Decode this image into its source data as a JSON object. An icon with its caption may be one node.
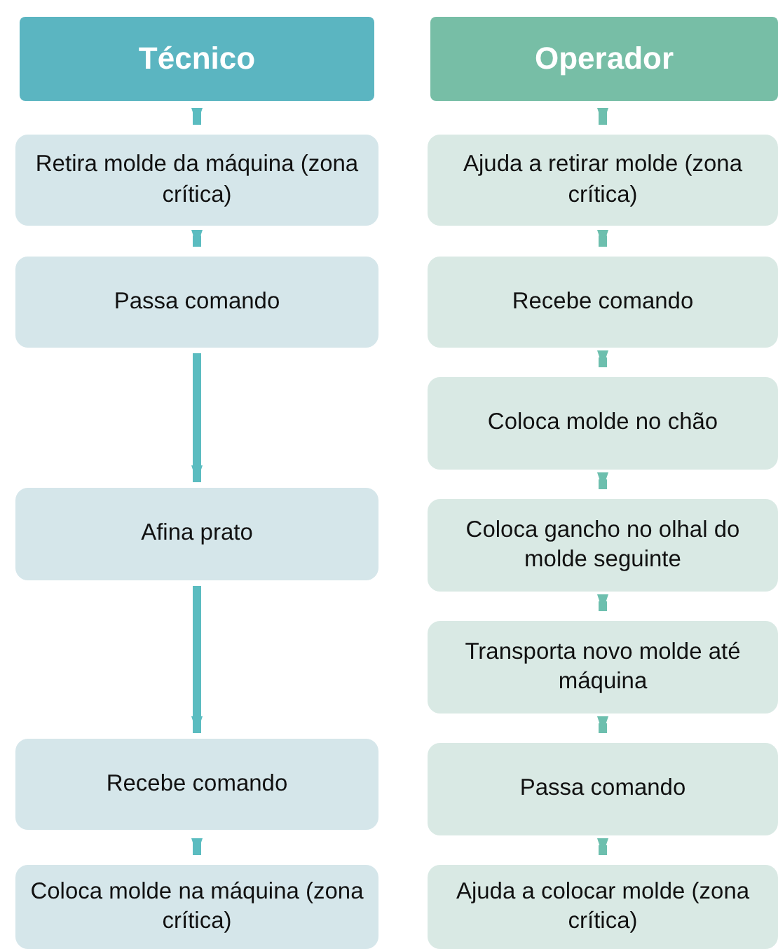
{
  "diagram": {
    "nodes": [
      {
        "text": [
          "Técnico"
        ]
      },
      {
        "text": [
          "Retira molde da máquina (zona crítica)"
        ]
      },
      {
        "text": [
          "Passa comando"
        ]
      },
      {
        "text": [
          "Afina prato"
        ]
      },
      {
        "text": [
          "Recebe comando"
        ]
      },
      {
        "text": [
          "Coloca molde na máquina (zona crítica)"
        ]
      },
      {
        "text": [
          "Operador"
        ]
      },
      {
        "text": [
          "Ajuda a retirar molde (zona crítica)"
        ]
      },
      {
        "text": [
          "Recebe comando"
        ]
      },
      {
        "text": [
          "Coloca molde no chão"
        ]
      },
      {
        "text": [
          "Coloca gancho no olhal do molde seguinte"
        ]
      },
      {
        "text": [
          "Transporta novo molde até máquina"
        ]
      },
      {
        "text": [
          "Passa comando"
        ]
      },
      {
        "text": [
          "Ajuda a colocar molde (zona crítica)"
        ]
      }
    ],
    "edges": [
      {
        "from": 0,
        "to": 1,
        "arrow": "to",
        "color": "#5bbcc0"
      },
      {
        "from": 1,
        "to": 2,
        "arrow": "to",
        "color": "#5bbcc0"
      },
      {
        "from": 2,
        "to": 3,
        "arrow": "to",
        "color": "#5bbcc0"
      },
      {
        "from": 3,
        "to": 4,
        "arrow": "to",
        "color": "#5bbcc0"
      },
      {
        "from": 4,
        "to": 5,
        "arrow": "to",
        "color": "#5bbcc0"
      },
      {
        "from": 6,
        "to": 7,
        "arrow": "to"
      },
      {
        "from": 7,
        "to": 8,
        "arrow": "to"
      },
      {
        "from": 8,
        "to": 9,
        "arrow": "to"
      },
      {
        "from": 9,
        "to": 10,
        "arrow": "to"
      },
      {
        "from": 10,
        "to": 11,
        "arrow": "to"
      },
      {
        "from": 11,
        "to": 12,
        "arrow": "to"
      },
      {
        "from": 12,
        "to": 13,
        "arrow": "to"
      }
    ]
  }
}
